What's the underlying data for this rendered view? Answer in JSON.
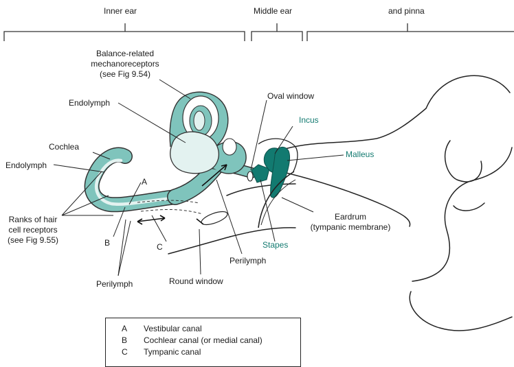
{
  "regions": {
    "inner_ear": "Inner ear",
    "middle_ear": "Middle ear",
    "outer_ear": "and pinna"
  },
  "labels": {
    "balance_line1": "Balance-related",
    "balance_line2": "mechanoreceptors",
    "balance_line3": "(see Fig 9.54)",
    "endolymph_upper": "Endolymph",
    "cochlea": "Cochlea",
    "endolymph_lower": "Endolymph",
    "ranks_line1": "Ranks of hair",
    "ranks_line2": "cell receptors",
    "ranks_line3": "(see Fig 9.55)",
    "letter_a": "A",
    "letter_b": "B",
    "letter_c": "C",
    "perilymph_left": "Perilymph",
    "round_window": "Round window",
    "perilymph_mid": "Perilymph",
    "oval_window": "Oval window",
    "incus": "Incus",
    "malleus": "Malleus",
    "stapes": "Stapes",
    "eardrum_line1": "Eardrum",
    "eardrum_line2": "(tympanic membrane)"
  },
  "legend": [
    {
      "key": "A",
      "text": "Vestibular canal"
    },
    {
      "key": "B",
      "text": "Cochlear canal (or medial canal)"
    },
    {
      "key": "C",
      "text": "Tympanic canal"
    }
  ],
  "colors": {
    "fluid_teal": "#7fc4bc",
    "ossicle_teal": "#127a70",
    "teal_text": "#127a70",
    "endolymph_fill": "#e3f2f0"
  }
}
